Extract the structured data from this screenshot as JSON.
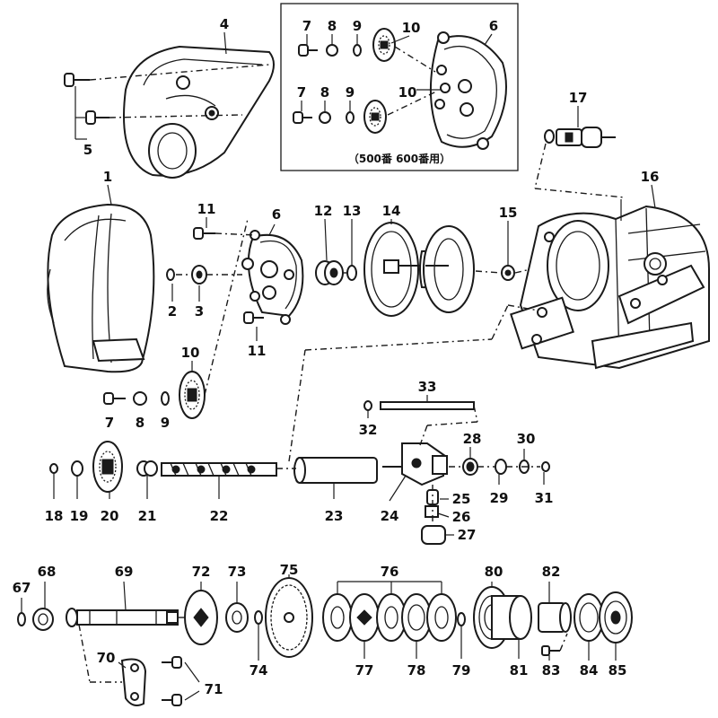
{
  "inset_note": "（500番 600番用）",
  "parts": [
    {
      "id": "p1",
      "label": "1"
    },
    {
      "id": "p2",
      "label": "2"
    },
    {
      "id": "p3",
      "label": "3"
    },
    {
      "id": "p4",
      "label": "4"
    },
    {
      "id": "p5",
      "label": "5"
    },
    {
      "id": "p6",
      "label": "6"
    },
    {
      "id": "p6b",
      "label": "6"
    },
    {
      "id": "p7a",
      "label": "7"
    },
    {
      "id": "p7b",
      "label": "7"
    },
    {
      "id": "p7c",
      "label": "7"
    },
    {
      "id": "p8a",
      "label": "8"
    },
    {
      "id": "p8b",
      "label": "8"
    },
    {
      "id": "p8c",
      "label": "8"
    },
    {
      "id": "p9a",
      "label": "9"
    },
    {
      "id": "p9b",
      "label": "9"
    },
    {
      "id": "p9c",
      "label": "9"
    },
    {
      "id": "p10a",
      "label": "10"
    },
    {
      "id": "p10b",
      "label": "10"
    },
    {
      "id": "p10c",
      "label": "10"
    },
    {
      "id": "p11a",
      "label": "11"
    },
    {
      "id": "p11b",
      "label": "11"
    },
    {
      "id": "p12",
      "label": "12"
    },
    {
      "id": "p13",
      "label": "13"
    },
    {
      "id": "p14",
      "label": "14"
    },
    {
      "id": "p15",
      "label": "15"
    },
    {
      "id": "p16",
      "label": "16"
    },
    {
      "id": "p17",
      "label": "17"
    },
    {
      "id": "p18",
      "label": "18"
    },
    {
      "id": "p19",
      "label": "19"
    },
    {
      "id": "p20",
      "label": "20"
    },
    {
      "id": "p21",
      "label": "21"
    },
    {
      "id": "p22",
      "label": "22"
    },
    {
      "id": "p23",
      "label": "23"
    },
    {
      "id": "p24",
      "label": "24"
    },
    {
      "id": "p25",
      "label": "25"
    },
    {
      "id": "p26",
      "label": "26"
    },
    {
      "id": "p27",
      "label": "27"
    },
    {
      "id": "p28",
      "label": "28"
    },
    {
      "id": "p29",
      "label": "29"
    },
    {
      "id": "p30",
      "label": "30"
    },
    {
      "id": "p31",
      "label": "31"
    },
    {
      "id": "p32",
      "label": "32"
    },
    {
      "id": "p33",
      "label": "33"
    },
    {
      "id": "p67",
      "label": "67"
    },
    {
      "id": "p68",
      "label": "68"
    },
    {
      "id": "p69",
      "label": "69"
    },
    {
      "id": "p70",
      "label": "70"
    },
    {
      "id": "p71",
      "label": "71"
    },
    {
      "id": "p72",
      "label": "72"
    },
    {
      "id": "p73",
      "label": "73"
    },
    {
      "id": "p74",
      "label": "74"
    },
    {
      "id": "p75",
      "label": "75"
    },
    {
      "id": "p76",
      "label": "76"
    },
    {
      "id": "p77",
      "label": "77"
    },
    {
      "id": "p78",
      "label": "78"
    },
    {
      "id": "p79",
      "label": "79"
    },
    {
      "id": "p80",
      "label": "80"
    },
    {
      "id": "p81",
      "label": "81"
    },
    {
      "id": "p82",
      "label": "82"
    },
    {
      "id": "p83",
      "label": "83"
    },
    {
      "id": "p84",
      "label": "84"
    },
    {
      "id": "p85",
      "label": "85"
    }
  ]
}
